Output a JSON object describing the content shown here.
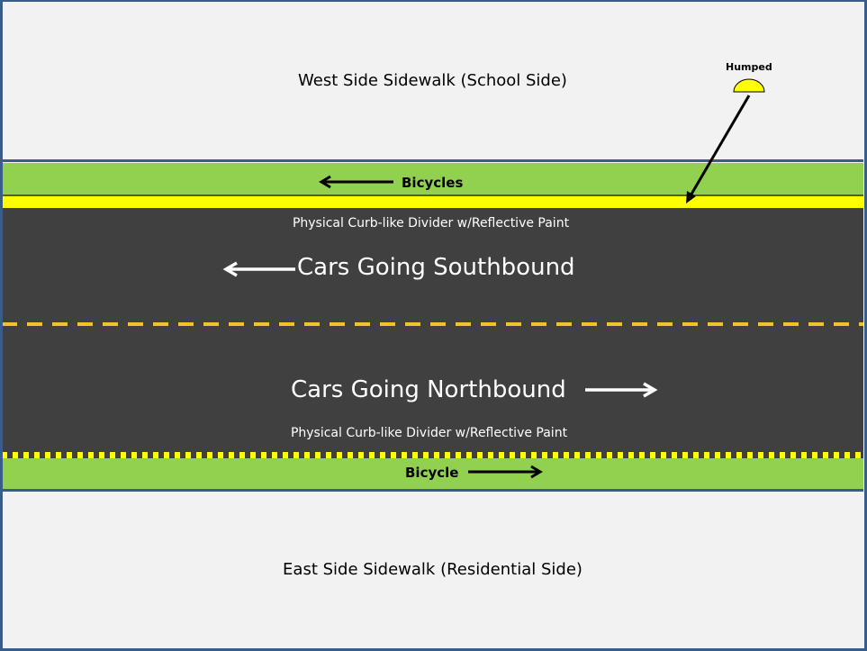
{
  "diagram": {
    "west_sidewalk": {
      "label": "West Side Sidewalk (School Side)"
    },
    "west_bike_lane": {
      "label": "Bicycles",
      "direction": "left"
    },
    "top_divider": {
      "label": "Physical Curb-like Divider w/Reflective Paint",
      "marker_label": "Humped"
    },
    "southbound_lane": {
      "label": "Cars Going Southbound",
      "direction": "left"
    },
    "northbound_lane": {
      "label": "Cars Going Northbound",
      "direction": "right"
    },
    "bottom_divider": {
      "label": "Physical Curb-like Divider w/Reflective Paint"
    },
    "east_bike_lane": {
      "label": "Bicycle",
      "direction": "right"
    },
    "east_sidewalk": {
      "label": "East Side Sidewalk (Residential Side)"
    }
  },
  "colors": {
    "frame": "#385d8a",
    "sidewalk": "#f2f2f2",
    "bike_lane": "#92d050",
    "curb_divider": "#ffff00",
    "road": "#404040",
    "center_line": "#f5c02e"
  }
}
